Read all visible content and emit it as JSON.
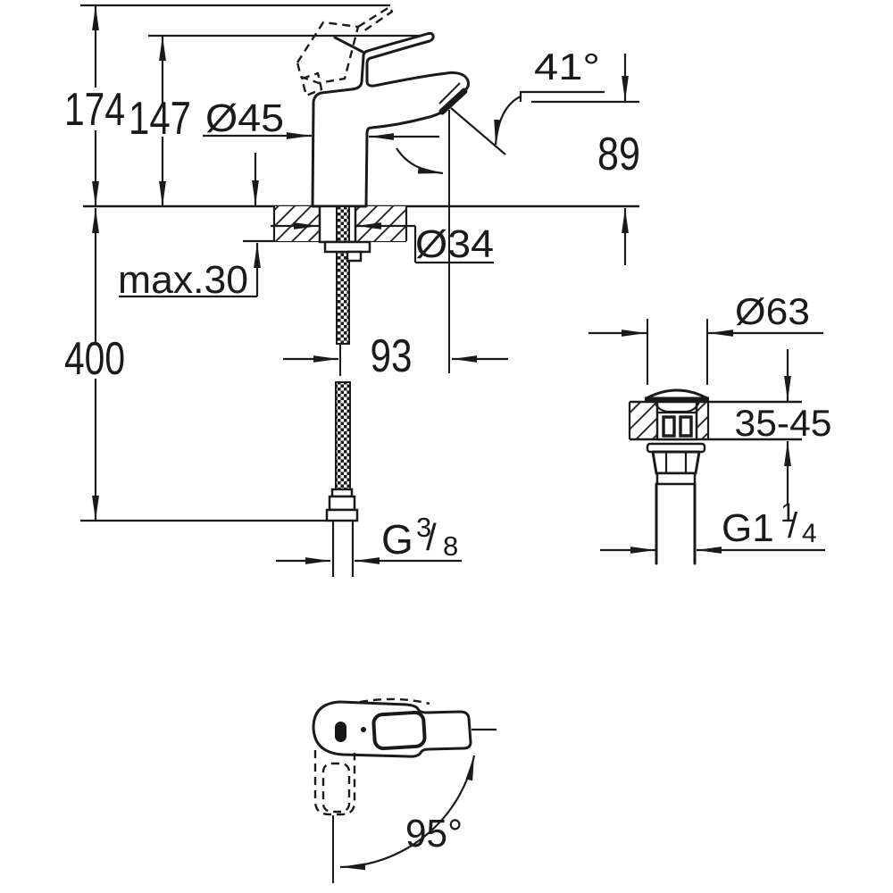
{
  "title": "faucet-technical-drawing",
  "colors": {
    "background": "#ffffff",
    "line": "#1a1a1a"
  },
  "side_view": {
    "height_overall": "174",
    "height_to_lever_tip": "147",
    "body_diameter": "Ø45",
    "stream_angle": "41°",
    "spout_height": "89",
    "mounting_hole_diameter": "Ø34",
    "max_deck_thickness": "max.30",
    "hose_length": "400",
    "spout_projection": "93",
    "supply_thread": {
      "prefix": "G",
      "numerator": "3",
      "slash": "/",
      "denominator": "8"
    }
  },
  "waste_view": {
    "flange_diameter": "Ø63",
    "deck_thickness_range": "35-45",
    "waste_thread": {
      "prefix": "G1",
      "numerator": "1",
      "slash": "/",
      "denominator": "4"
    }
  },
  "top_view": {
    "handle_swivel_angle": "95°"
  }
}
